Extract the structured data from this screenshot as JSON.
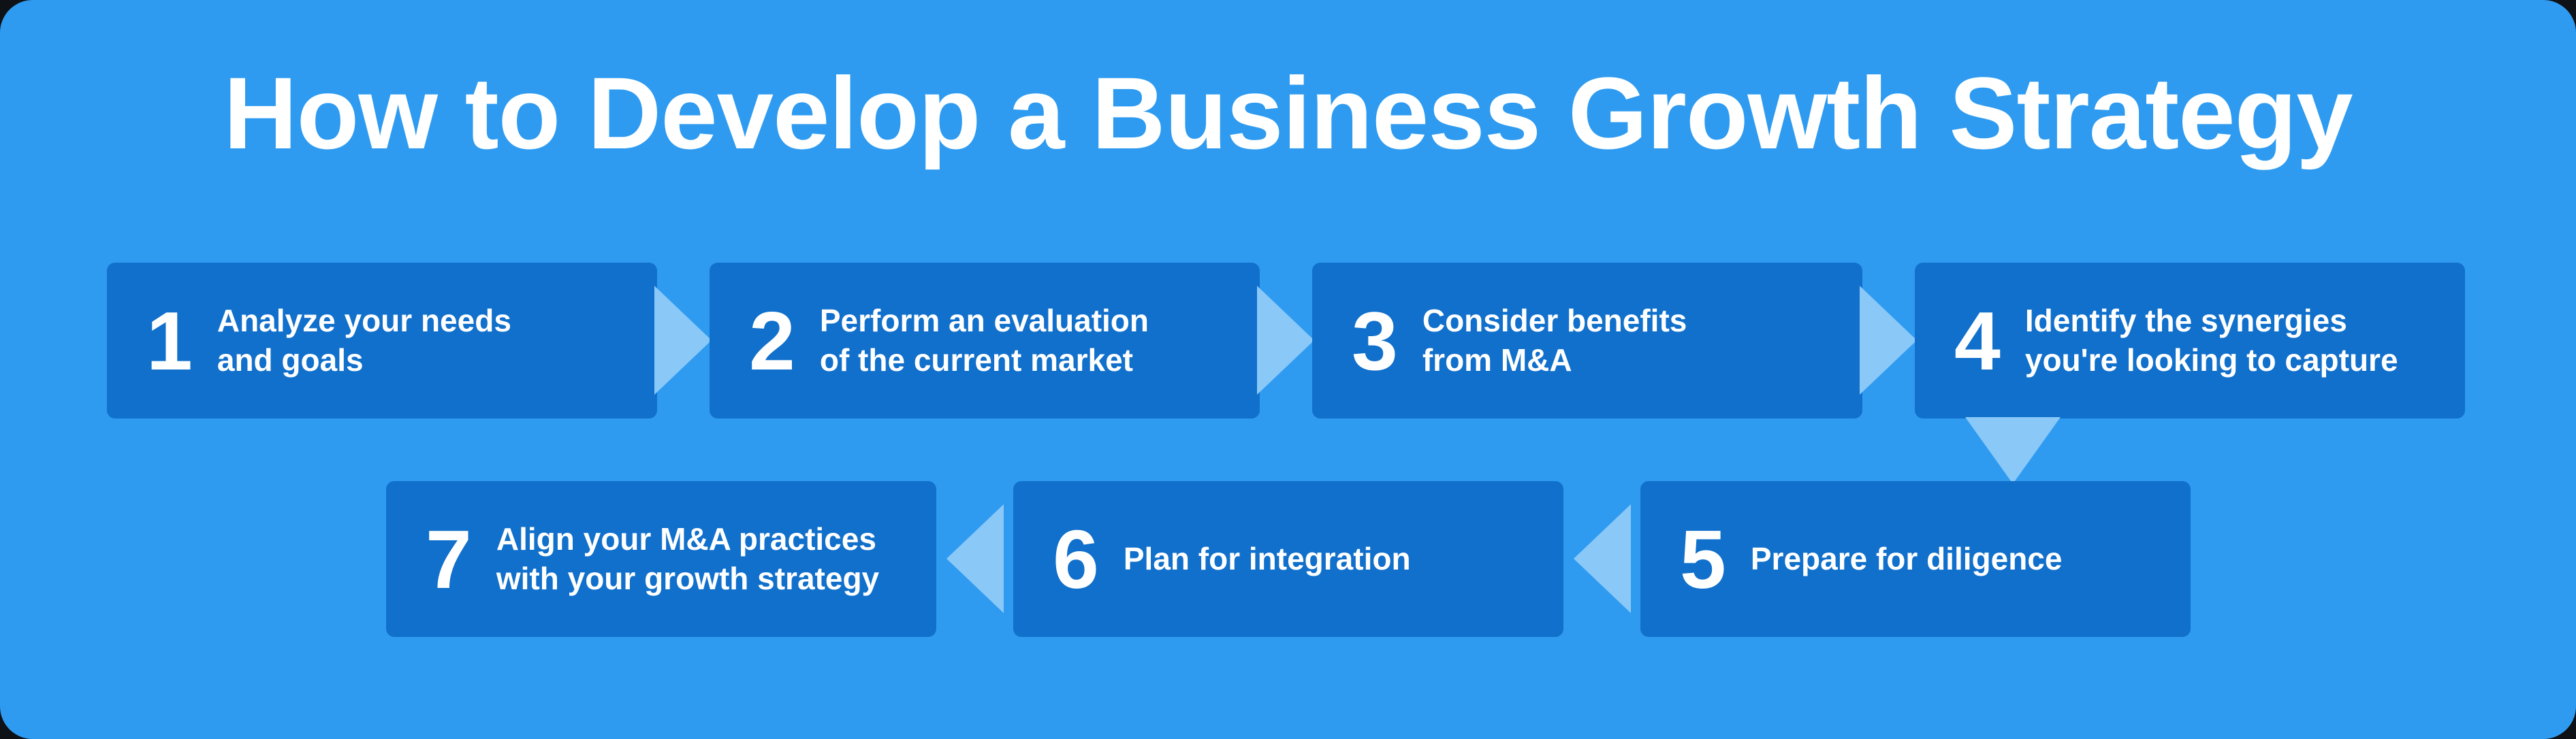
{
  "infographic": {
    "title": "How to Develop a Business Growth Strategy",
    "colors": {
      "canvas": "#2E9BF1",
      "box": "#1170CB",
      "arrow": "#8AC8F8",
      "text": "#FFFFFF",
      "page_background": "#0E1116"
    },
    "steps": [
      {
        "number": "1",
        "label": "Analyze your needs\nand goals"
      },
      {
        "number": "2",
        "label": "Perform an evaluation\nof the current market"
      },
      {
        "number": "3",
        "label": "Consider benefits\nfrom M&A"
      },
      {
        "number": "4",
        "label": "Identify the synergies\nyou're looking to capture"
      },
      {
        "number": "5",
        "label": "Prepare for diligence"
      },
      {
        "number": "6",
        "label": "Plan for integration"
      },
      {
        "number": "7",
        "label": "Align your M&A practices\nwith your growth strategy"
      }
    ]
  }
}
